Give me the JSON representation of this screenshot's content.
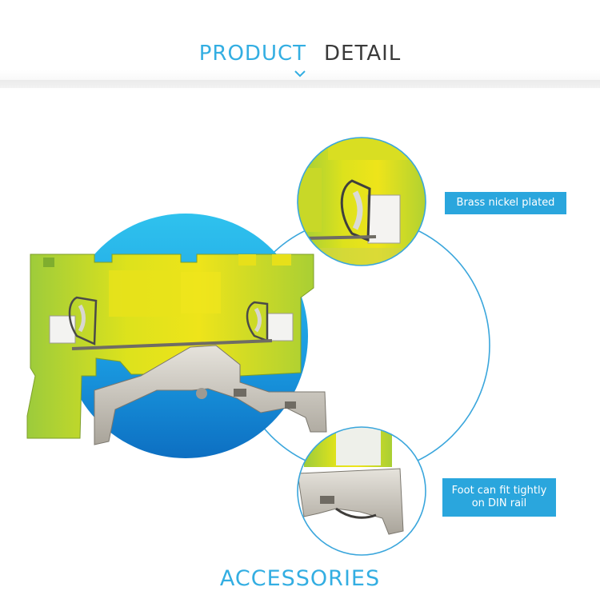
{
  "header": {
    "title_part1": "PRODUCT",
    "title_part2": "DETAIL"
  },
  "callouts": {
    "brass": "Brass nickel plated",
    "foot": "Foot can fit tightly on DIN rail"
  },
  "footer": {
    "title": "ACCESSORIES"
  },
  "colors": {
    "accent": "#33aee2",
    "callout_bg": "#2aa6dd",
    "product_yellow": "#e8e21a",
    "product_green": "#8fc83a"
  }
}
